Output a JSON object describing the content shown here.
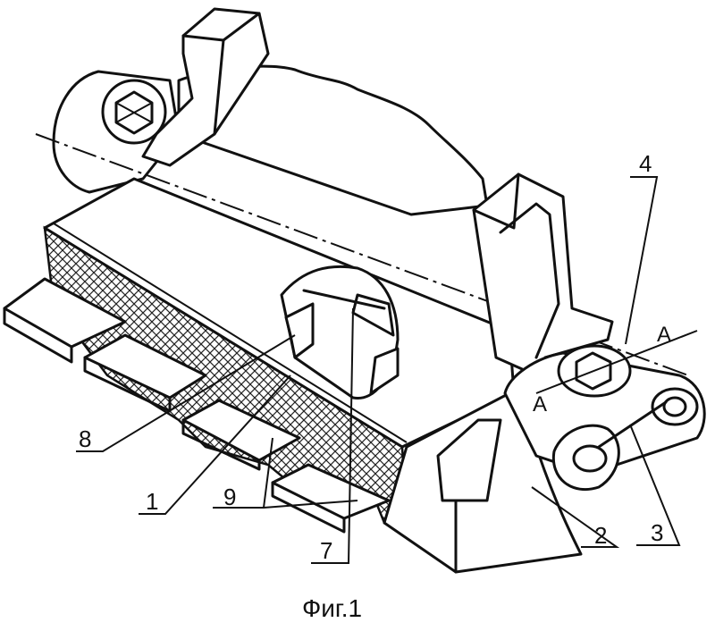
{
  "figure": {
    "caption": "Фиг.1",
    "section_marks": [
      "A",
      "A"
    ],
    "labels": [
      "1",
      "2",
      "3",
      "4",
      "7",
      "8",
      "9"
    ]
  }
}
